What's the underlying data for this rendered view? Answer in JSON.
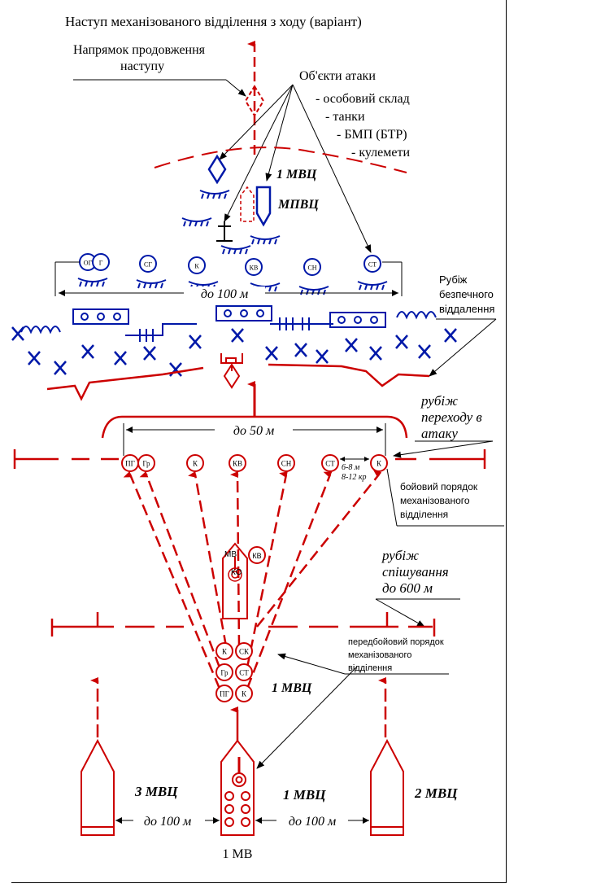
{
  "title": "Наступ механізованого відділення з ходу (варіант)",
  "labels": {
    "continue_direction_1": "Напрямок продовження",
    "continue_direction_2": "наступу",
    "attack_objects": "Об'єкти атаки",
    "obj_1": "- особовий склад",
    "obj_2": "- танки",
    "obj_3": "- БМП (БТР)",
    "obj_4": "- кулемети",
    "enemy_squad": "1 МВЦ",
    "enemy_pvc": "МПВЦ",
    "enemy_width": "до 100 м",
    "safe_line_1": "Рубіж",
    "safe_line_2": "безпечного",
    "safe_line_3": "віддалення",
    "assault_line_1": "рубіж",
    "assault_line_2": "переходу в",
    "assault_line_3": "атаку",
    "front_width": "до 50 м",
    "interval_1": "6-8 м",
    "interval_2": "8-12 кр",
    "battle_order_1": "бойовий порядок",
    "battle_order_2": "механізованого",
    "battle_order_3": "відділення",
    "dismount_line_1": "рубіж",
    "dismount_line_2": "спішування",
    "dismount_line_3": "до 600 м",
    "prebattle_1": "передбойовий порядок",
    "prebattle_2": "механізованого",
    "prebattle_3": "відділення",
    "squad_mid": "1 МВЦ",
    "squad_3": "3 МВЦ",
    "squad_1": "1 МВЦ",
    "squad_2": "2 МВЦ",
    "dist_left": "до 100 м",
    "dist_right": "до 100 м",
    "platoon": "1 МВ"
  },
  "enemy_positions": [
    "ОГ",
    "Г",
    "СГ",
    "К",
    "КВ",
    "СН",
    "СТ"
  ],
  "battle_positions": [
    "ПГ",
    "Гр",
    "К",
    "КВ",
    "СН",
    "СТ",
    "К"
  ],
  "vehicle_marks": [
    "МВ",
    "КО",
    "КВ"
  ],
  "column_positions": [
    "К",
    "СК",
    "Гр",
    "СТ",
    "ПГ",
    "К"
  ],
  "colors": {
    "friendly": "#cc0000",
    "enemy": "#0018a8",
    "text": "#000000"
  }
}
